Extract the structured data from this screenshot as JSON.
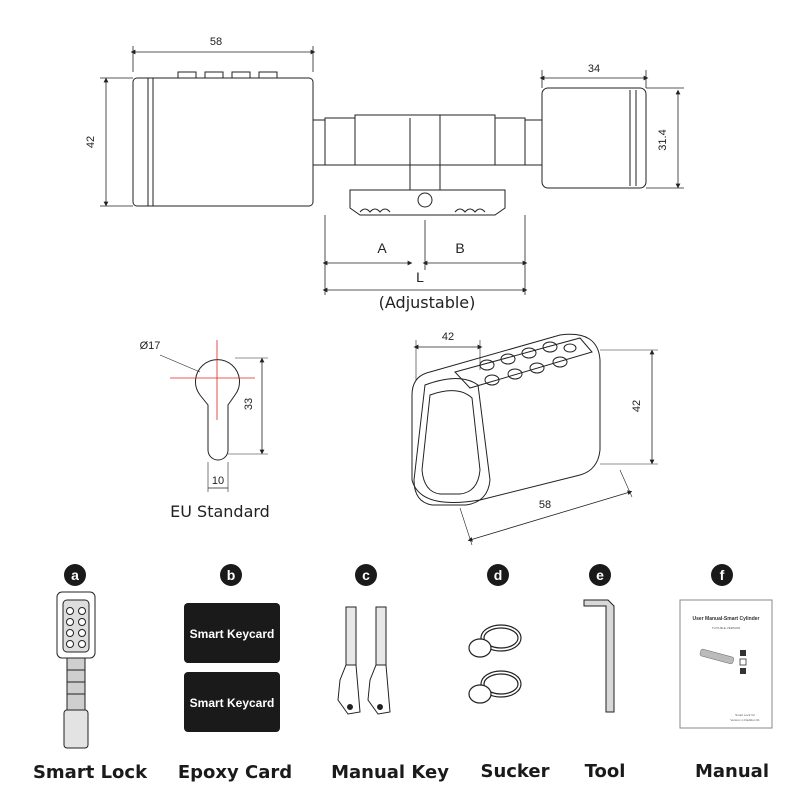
{
  "dimensions": {
    "top_width": "58",
    "top_height": "42",
    "knob_width": "34",
    "knob_height": "31.4",
    "a": "A",
    "b": "B",
    "l": "L",
    "adjustable": "(Adjustable)",
    "hole_dia": "Ø17",
    "hole_height": "33",
    "hole_width": "10",
    "standard": "EU Standard",
    "iso_width": "42",
    "iso_height": "42",
    "iso_depth": "58"
  },
  "items": [
    {
      "badge": "a",
      "label": "Smart Lock"
    },
    {
      "badge": "b",
      "label": "Epoxy Card"
    },
    {
      "badge": "c",
      "label": "Manual Key"
    },
    {
      "badge": "d",
      "label": "Sucker"
    },
    {
      "badge": "e",
      "label": "Tool"
    },
    {
      "badge": "f",
      "label": "Manual"
    }
  ],
  "cards": [
    "Smart Keycard",
    "Smart Keycard"
  ],
  "manual": {
    "title": "User Manual-Smart Cylinder",
    "subtitle": "TUYA BLE VERSION",
    "footer1": "Smart Lock V2",
    "footer2": "Version 1.0 Edition 01"
  },
  "colors": {
    "line": "#222222",
    "badge": "#1a1a1a",
    "card": "#1a1a1a",
    "red": "#e02020"
  }
}
